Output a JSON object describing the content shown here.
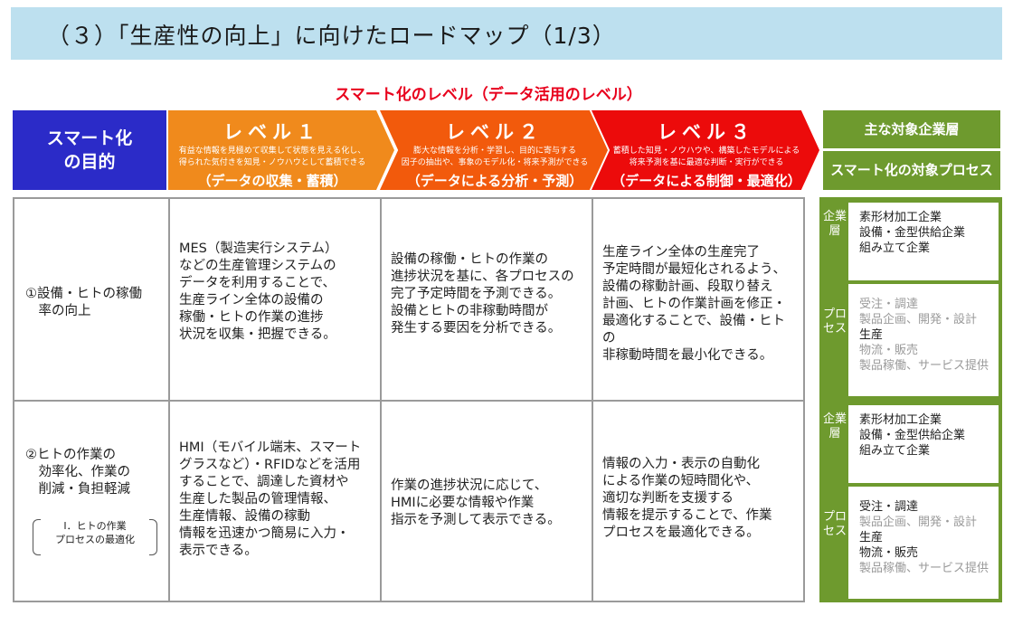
{
  "title": "（３）「生産性の向上」に向けたロードマップ（1/3）",
  "subtitle": "スマート化のレベル（データ活用のレベル）",
  "header": {
    "purpose_line1": "スマート化",
    "purpose_line2": "の目的",
    "levels": [
      {
        "title": "レベル１",
        "desc1": "有益な情報を見極めて収集して状態を見える化し、",
        "desc2": "得られた気付きを知見・ノウハウとして蓄積できる",
        "sub": "（データの収集・蓄積）"
      },
      {
        "title": "レベル２",
        "desc1": "膨大な情報を分析・学習し、目的に寄与する",
        "desc2": "因子の抽出や、事象のモデル化・将来予測ができる",
        "sub": "（データによる分析・予測）"
      },
      {
        "title": "レベル３",
        "desc1": "蓄積した知見・ノウハウや、構築したモデルによる",
        "desc2": "将来予測を基に最適な判断・実行ができる",
        "sub": "（データによる制御・最適化）"
      }
    ],
    "target_layer": "主な対象企業層",
    "target_process": "スマート化の対象プロセス"
  },
  "rows": [
    {
      "purpose": [
        "①設備・ヒトの稼働",
        "　率の向上"
      ],
      "level1": [
        "MES（製造実行システム）",
        "などの生産管理システムの",
        "データを利用することで、",
        "生産ライン全体の設備の",
        "稼働・ヒトの作業の進捗",
        "状況を収集・把握できる。"
      ],
      "level2": [
        "設備の稼働・ヒトの作業の",
        "進捗状況を基に、各プロセスの",
        "完了予定時間を予測できる。",
        "設備とヒトの非稼動時間が",
        "発生する要因を分析できる。"
      ],
      "level3": [
        "生産ライン全体の生産完了",
        "予定時間が最短化されるよう、",
        "設備の稼動計画、段取り替え",
        "計画、ヒトの作業計画を修正・",
        "最適化することで、設備・ヒトの",
        "非稼動時間を最小化できる。"
      ],
      "layer_label": "企業層",
      "layers": [
        {
          "text": "素形材加工企業",
          "active": true
        },
        {
          "text": "設備・金型供給企業",
          "active": true
        },
        {
          "text": "組み立て企業",
          "active": true
        }
      ],
      "process_label": "プロセス",
      "processes": [
        {
          "text": "受注・調達",
          "active": false
        },
        {
          "text": "製品企画、開発・設計",
          "active": false
        },
        {
          "text": "生産",
          "active": true
        },
        {
          "text": "物流・販売",
          "active": false
        },
        {
          "text": "製品稼働、サービス提供",
          "active": false
        }
      ]
    },
    {
      "purpose": [
        "②ヒトの作業の",
        "　効率化、作業の",
        "　削減・負担軽減"
      ],
      "bracket": [
        "Ⅰ．ヒトの作業",
        "プロセスの最適化"
      ],
      "level1": [
        "HMI（モバイル端末、スマート",
        "グラスなど）・RFIDなどを活用",
        "することで、調達した資材や",
        "生産した製品の管理情報、",
        "生産情報、設備の稼動",
        "情報を迅速かつ簡易に入力・",
        "表示できる。"
      ],
      "level2": [
        "作業の進捗状況に応じて、",
        "HMIに必要な情報や作業",
        "指示を予測して表示できる。"
      ],
      "level3": [
        "情報の入力・表示の自動化",
        "による作業の短時間化や、",
        "適切な判断を支援する",
        "情報を提示することで、作業",
        "プロセスを最適化できる。"
      ],
      "layer_label": "企業層",
      "layers": [
        {
          "text": "素形材加工企業",
          "active": true
        },
        {
          "text": "設備・金型供給企業",
          "active": true
        },
        {
          "text": "組み立て企業",
          "active": true
        }
      ],
      "process_label": "プロセス",
      "processes": [
        {
          "text": "受注・調達",
          "active": true
        },
        {
          "text": "製品企画、開発・設計",
          "active": false
        },
        {
          "text": "生産",
          "active": true
        },
        {
          "text": "物流・販売",
          "active": true
        },
        {
          "text": "製品稼働、サービス提供",
          "active": false
        }
      ]
    }
  ]
}
